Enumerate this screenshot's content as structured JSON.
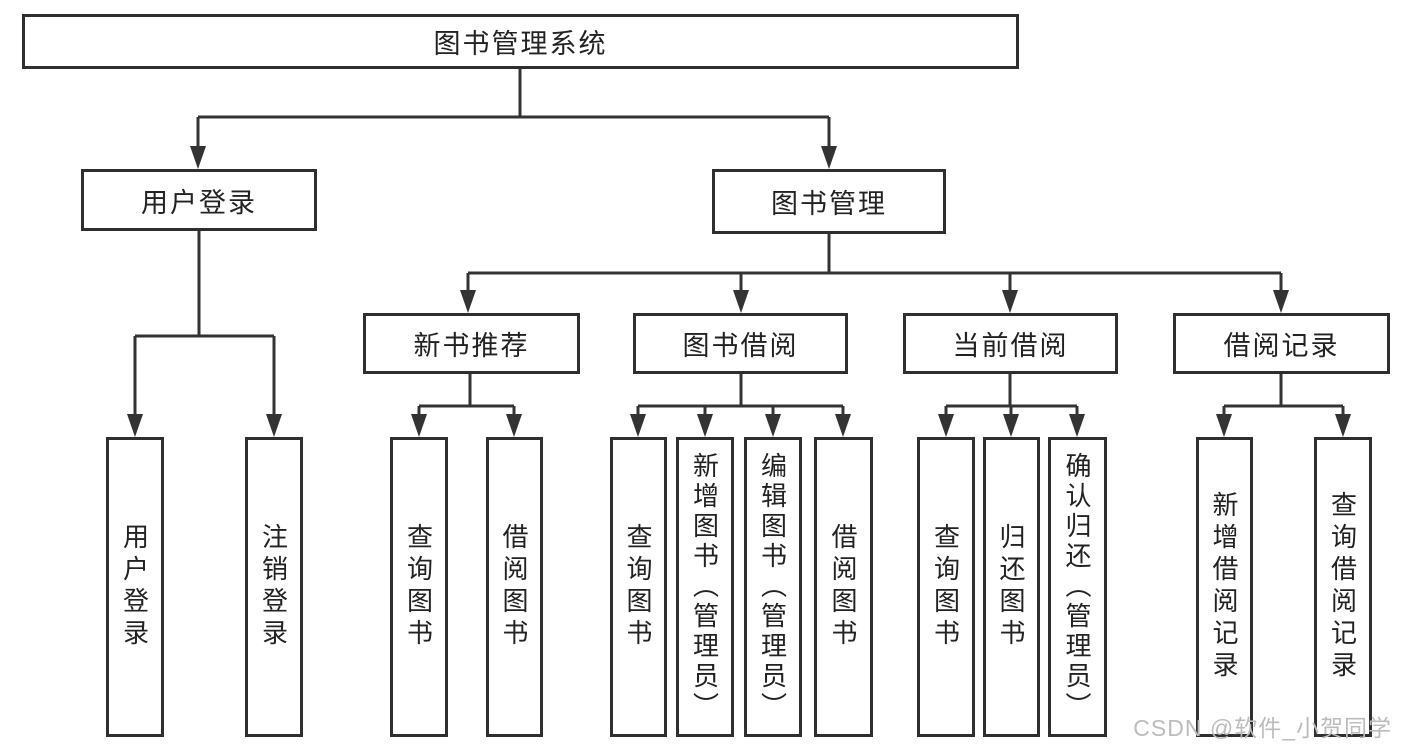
{
  "page": {
    "watermark": "CSDN @软件_小贺同学",
    "colors": {
      "background": "#ffffff",
      "line": "#333333",
      "box_border": "#2f2f2f",
      "text": "#222222",
      "watermark": "#bcbcbc"
    }
  },
  "tree": {
    "root": {
      "label": "图书管理系统",
      "children": [
        {
          "label": "用户登录",
          "children": [
            {
              "label": "用户登录"
            },
            {
              "label": "注销登录"
            }
          ]
        },
        {
          "label": "图书管理",
          "children": [
            {
              "label": "新书推荐",
              "children": [
                {
                  "label": "查询图书"
                },
                {
                  "label": "借阅图书"
                }
              ]
            },
            {
              "label": "图书借阅",
              "children": [
                {
                  "label": "查询图书"
                },
                {
                  "label": "新增图书（管理员）"
                },
                {
                  "label": "编辑图书（管理员）"
                },
                {
                  "label": "借阅图书"
                }
              ]
            },
            {
              "label": "当前借阅",
              "children": [
                {
                  "label": "查询图书"
                },
                {
                  "label": "归还图书"
                },
                {
                  "label": "确认归还（管理员）"
                }
              ]
            },
            {
              "label": "借阅记录",
              "children": [
                {
                  "label": "新增借阅记录"
                },
                {
                  "label": "查询借阅记录"
                }
              ]
            }
          ]
        }
      ]
    }
  }
}
